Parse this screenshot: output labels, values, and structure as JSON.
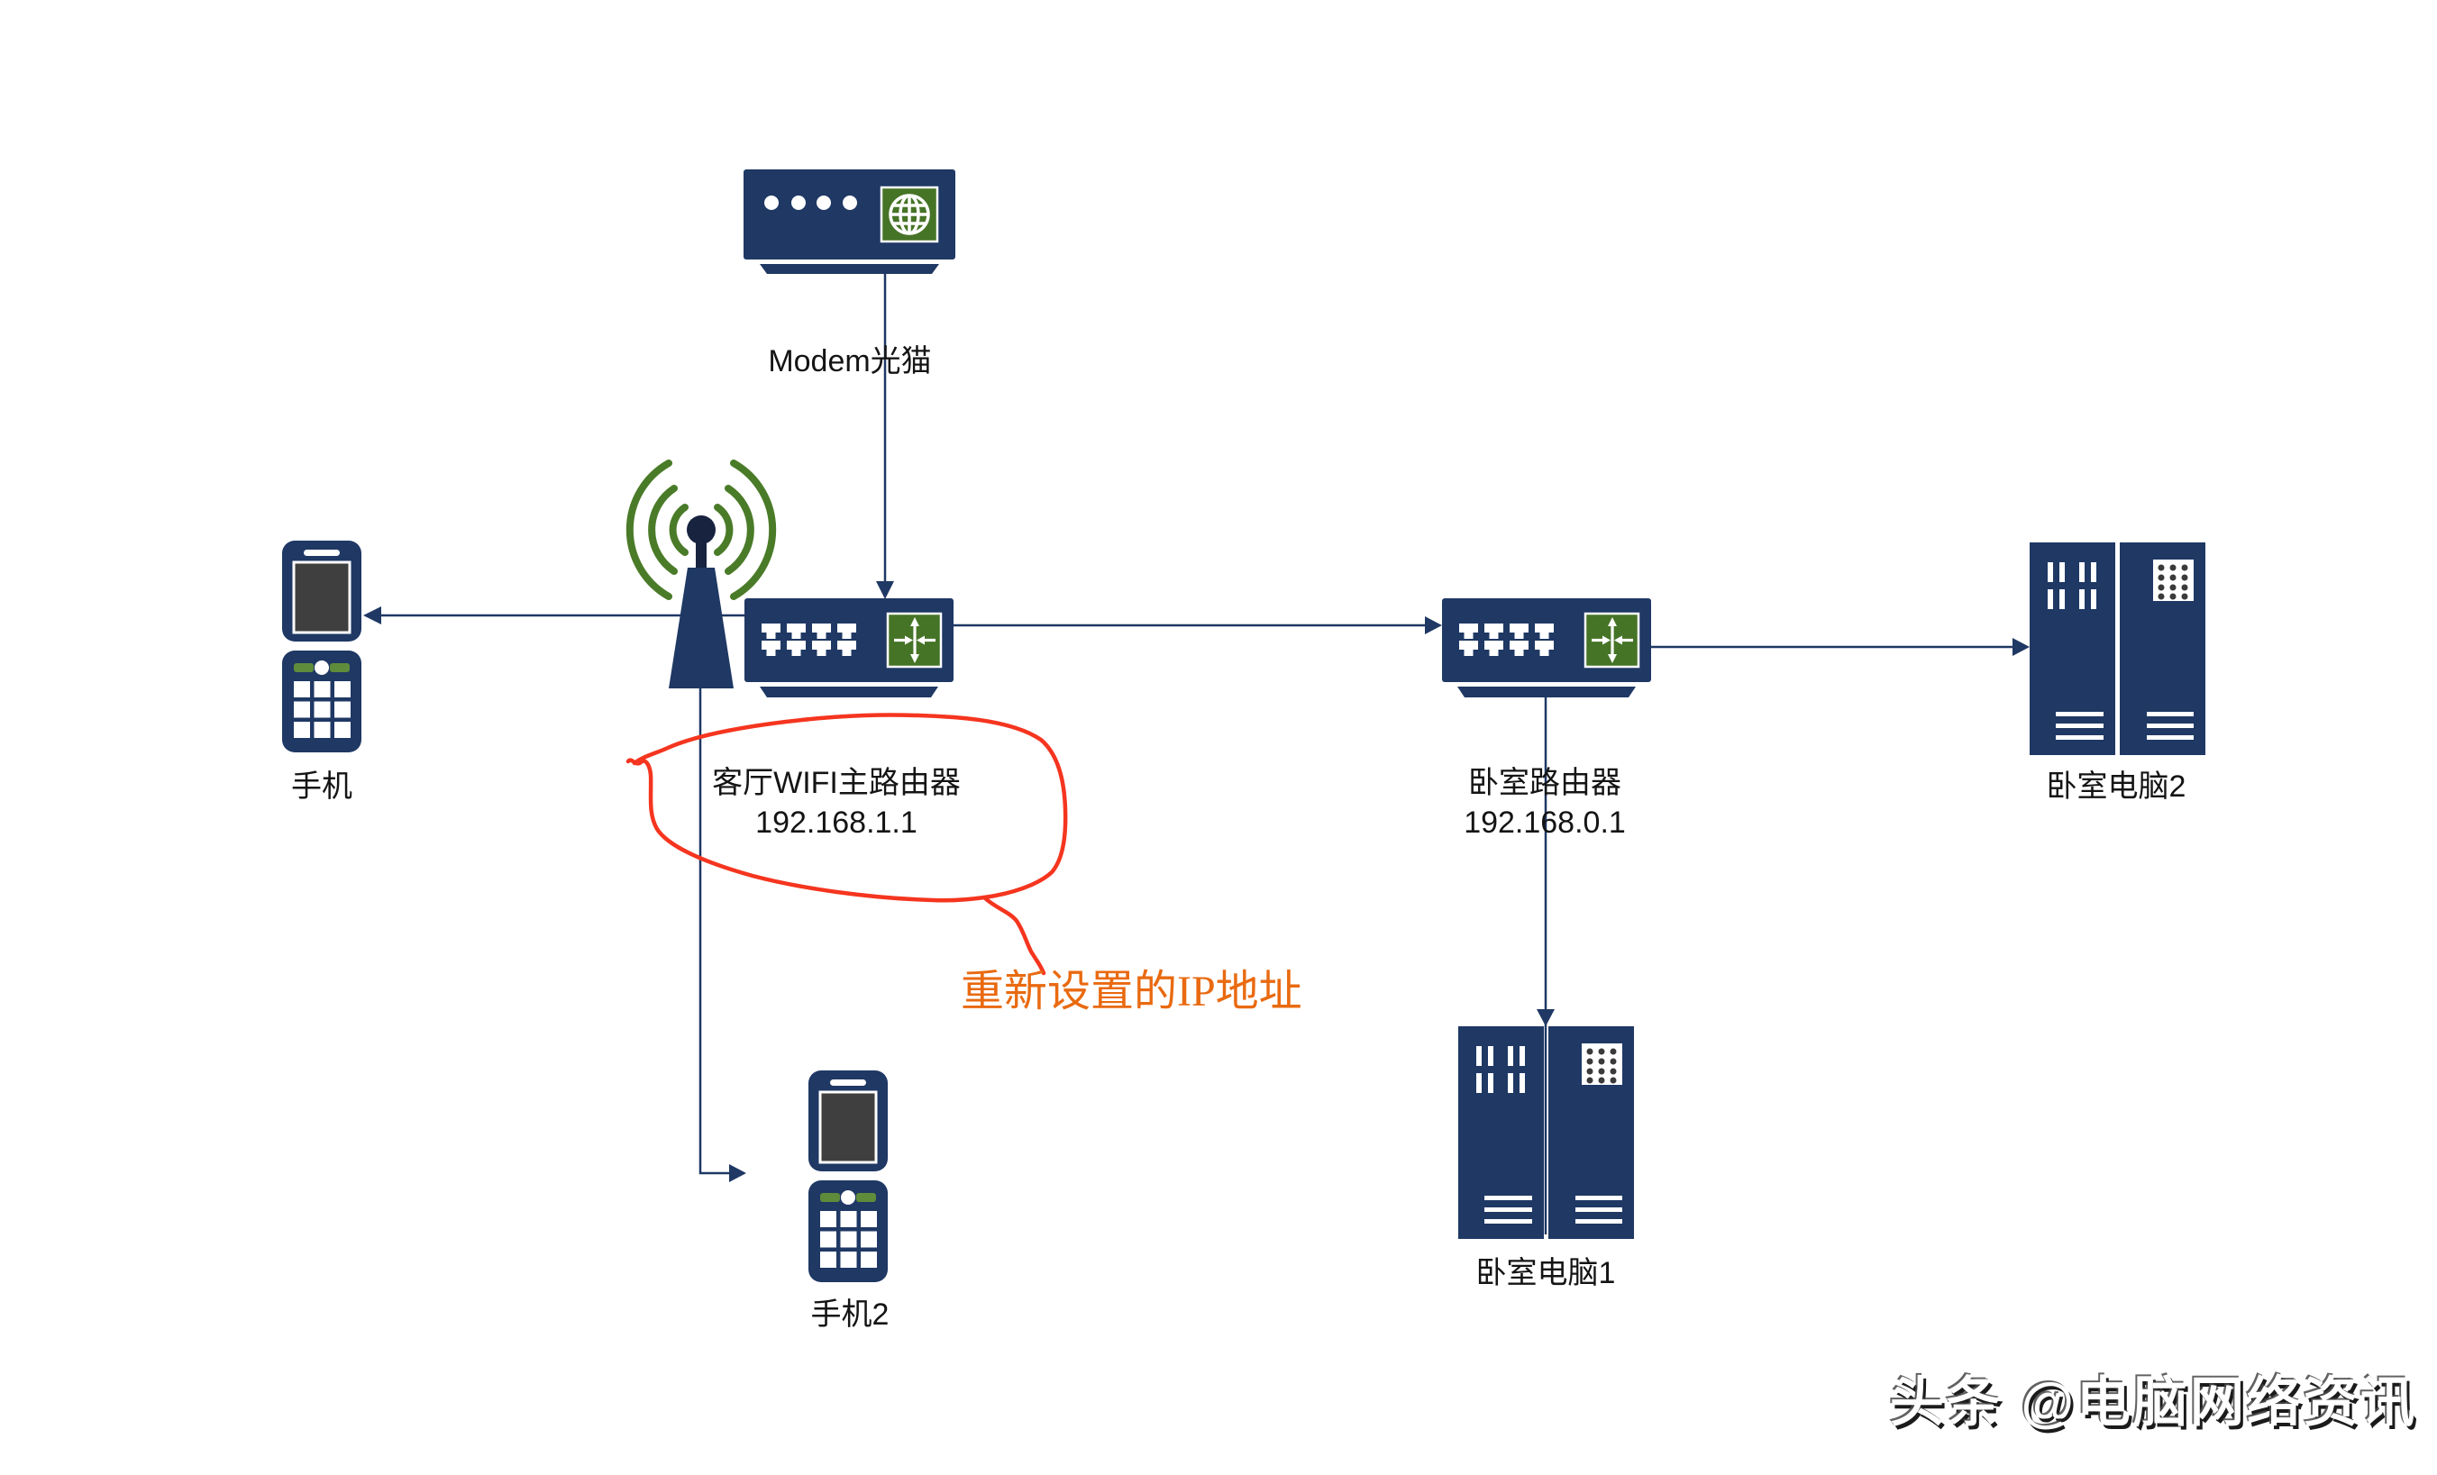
{
  "diagram": {
    "nodes": {
      "modem": {
        "label": "Modem光猫"
      },
      "main_router": {
        "label": "客厅WIFI主路由器",
        "ip": "192.168.1.1"
      },
      "bedroom_router": {
        "label": "卧室路由器",
        "ip": "192.168.0.1"
      },
      "phone1": {
        "label": "手机"
      },
      "phone2": {
        "label": "手机2"
      },
      "computer1": {
        "label": "卧室电脑1"
      },
      "computer2": {
        "label": "卧室电脑2"
      }
    },
    "annotation": {
      "text": "重新设置的IP地址"
    },
    "watermark": {
      "text": "头条 @电脑网络资讯"
    },
    "colors": {
      "device_navy": "#1F3864",
      "antenna_dark_navy": "#17233F",
      "icon_green": "#467427",
      "screen_gray": "#3F3F3F",
      "connector_navy": "#1F3864",
      "annotation_red": "#F5351F",
      "annotation_orange": "#E96A10"
    }
  }
}
